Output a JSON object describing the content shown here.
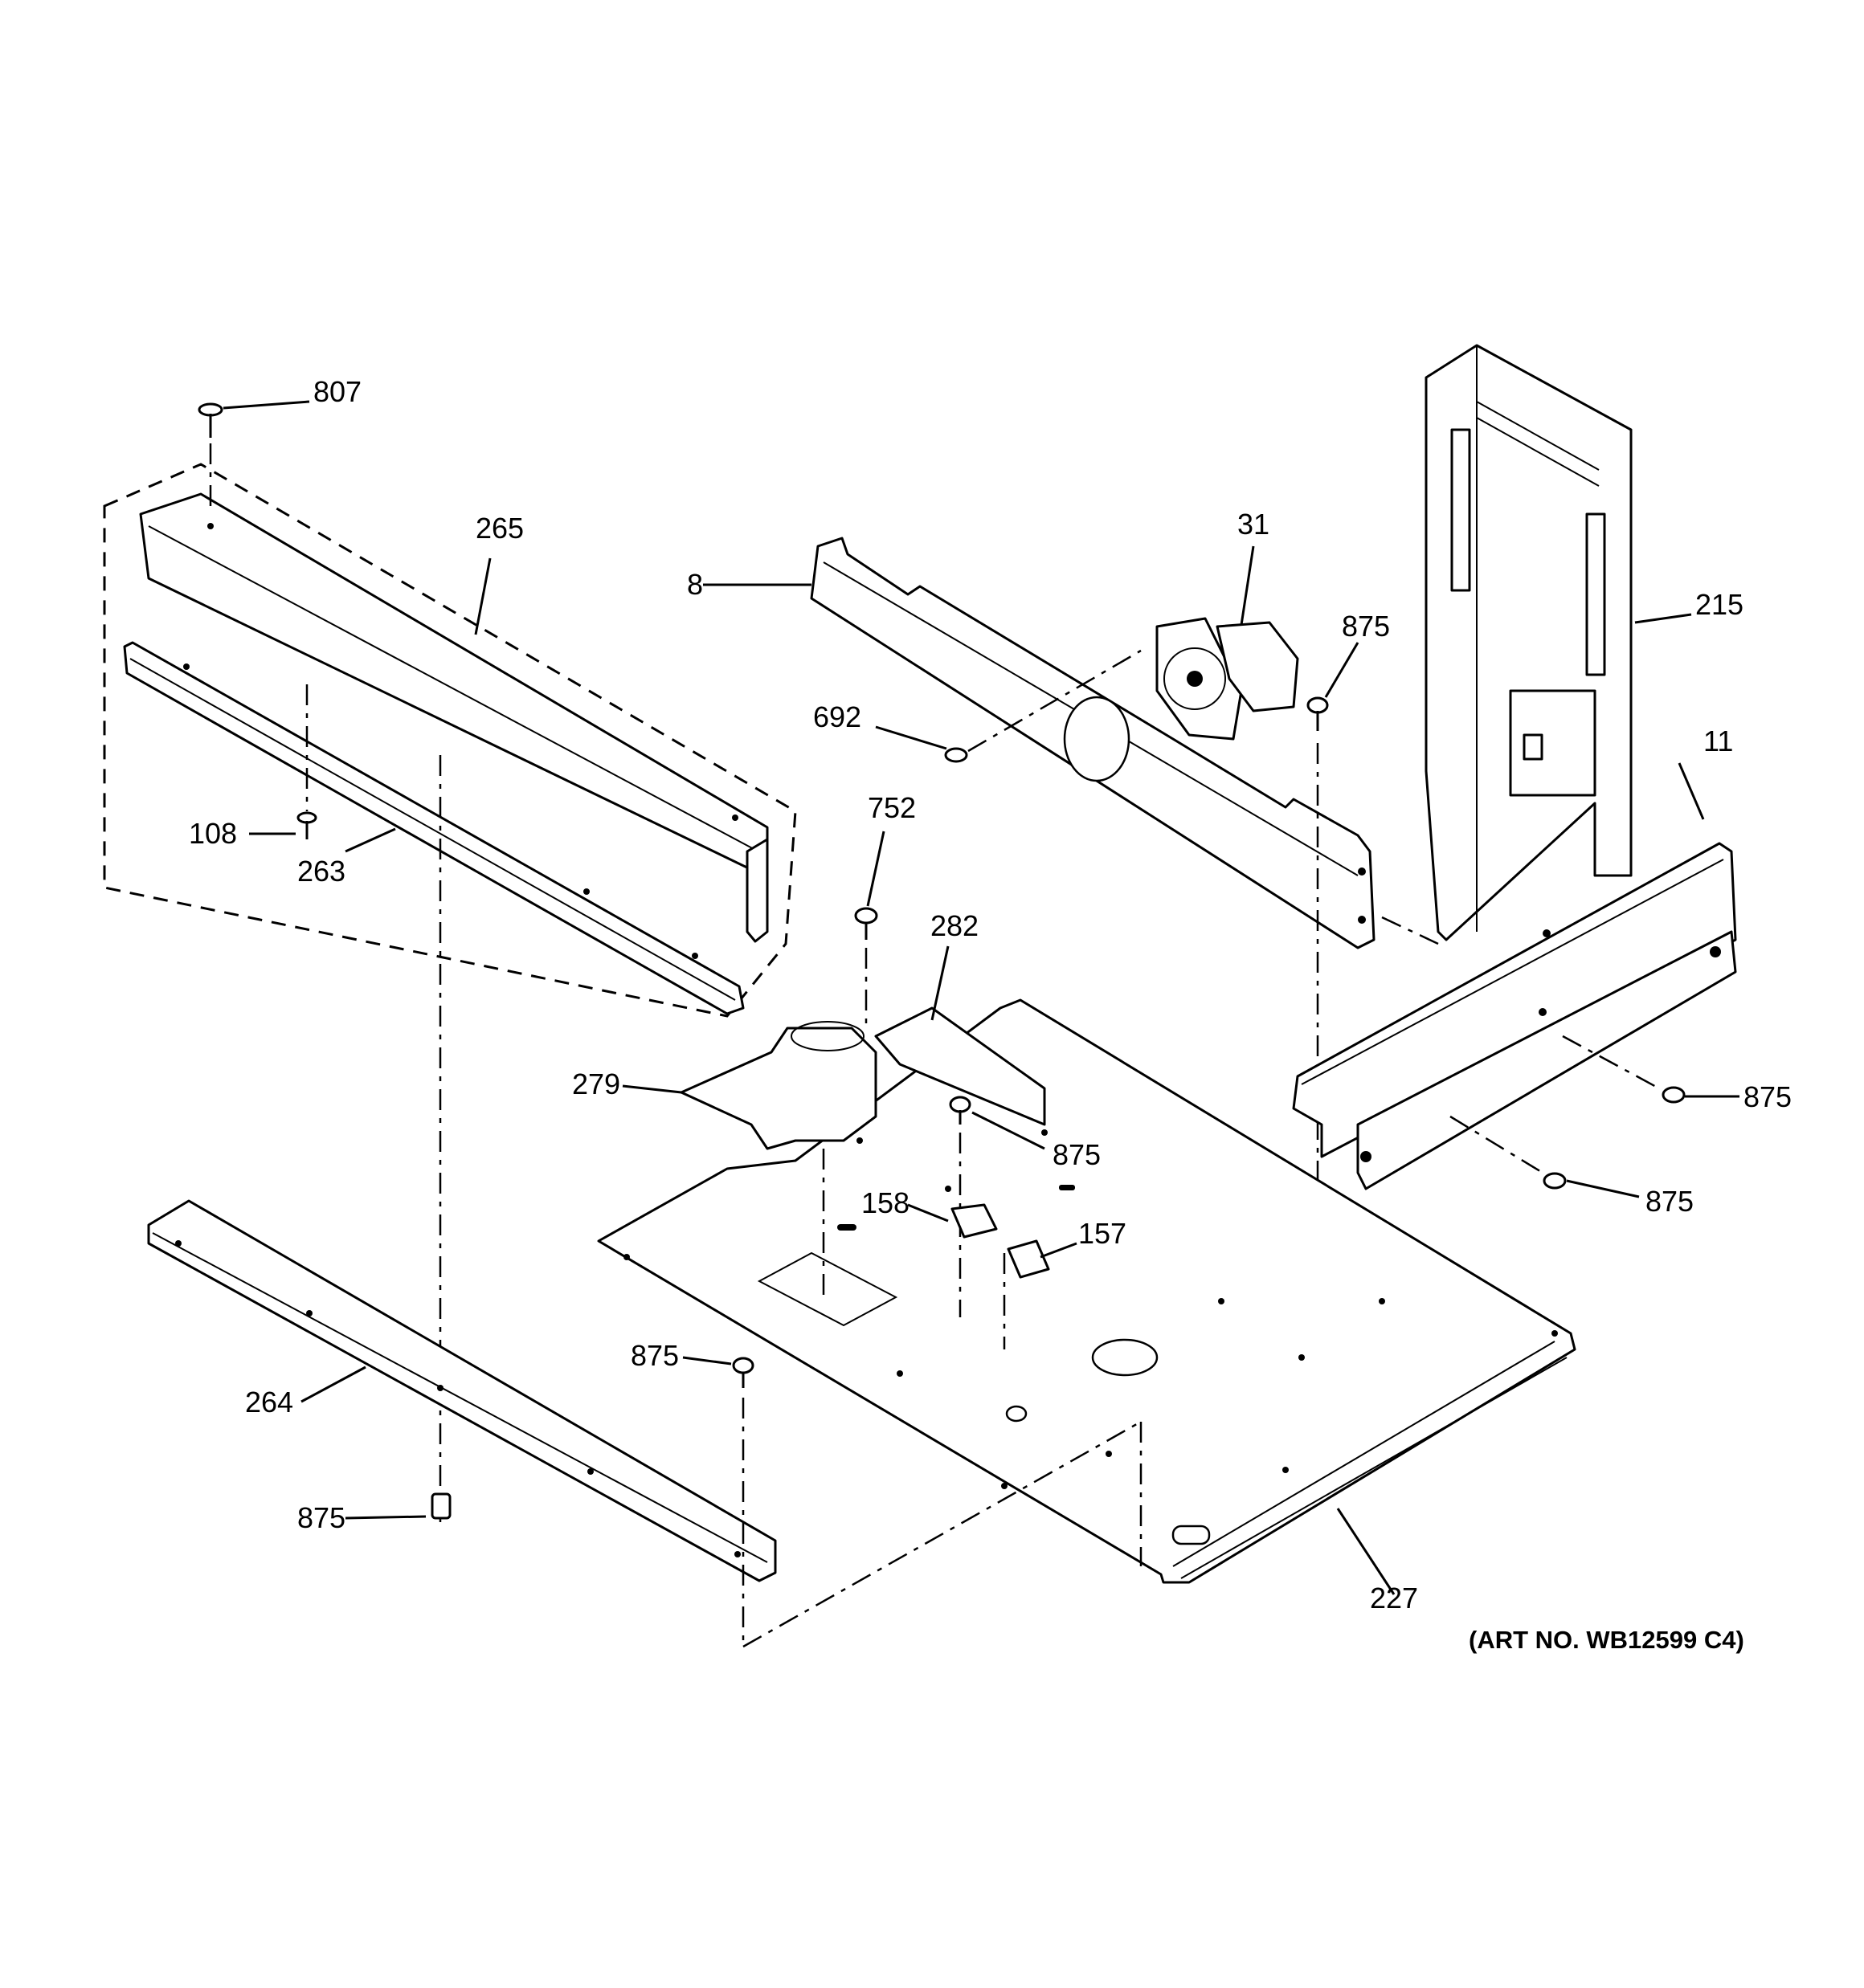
{
  "diagram": {
    "callouts": {
      "c807": "807",
      "c265": "265",
      "c108": "108",
      "c263": "263",
      "c8": "8",
      "c31": "31",
      "c875_fan": "875",
      "c215": "215",
      "c692": "692",
      "c11": "11",
      "c752": "752",
      "c282": "282",
      "c279": "279",
      "c875_center": "875",
      "c875_right_upper": "875",
      "c875_right_lower": "875",
      "c158": "158",
      "c157": "157",
      "c875_bottom_mid": "875",
      "c264": "264",
      "c875_bottom_left": "875",
      "c227": "227"
    },
    "art_number": "(ART NO. WB12599 C4)"
  }
}
